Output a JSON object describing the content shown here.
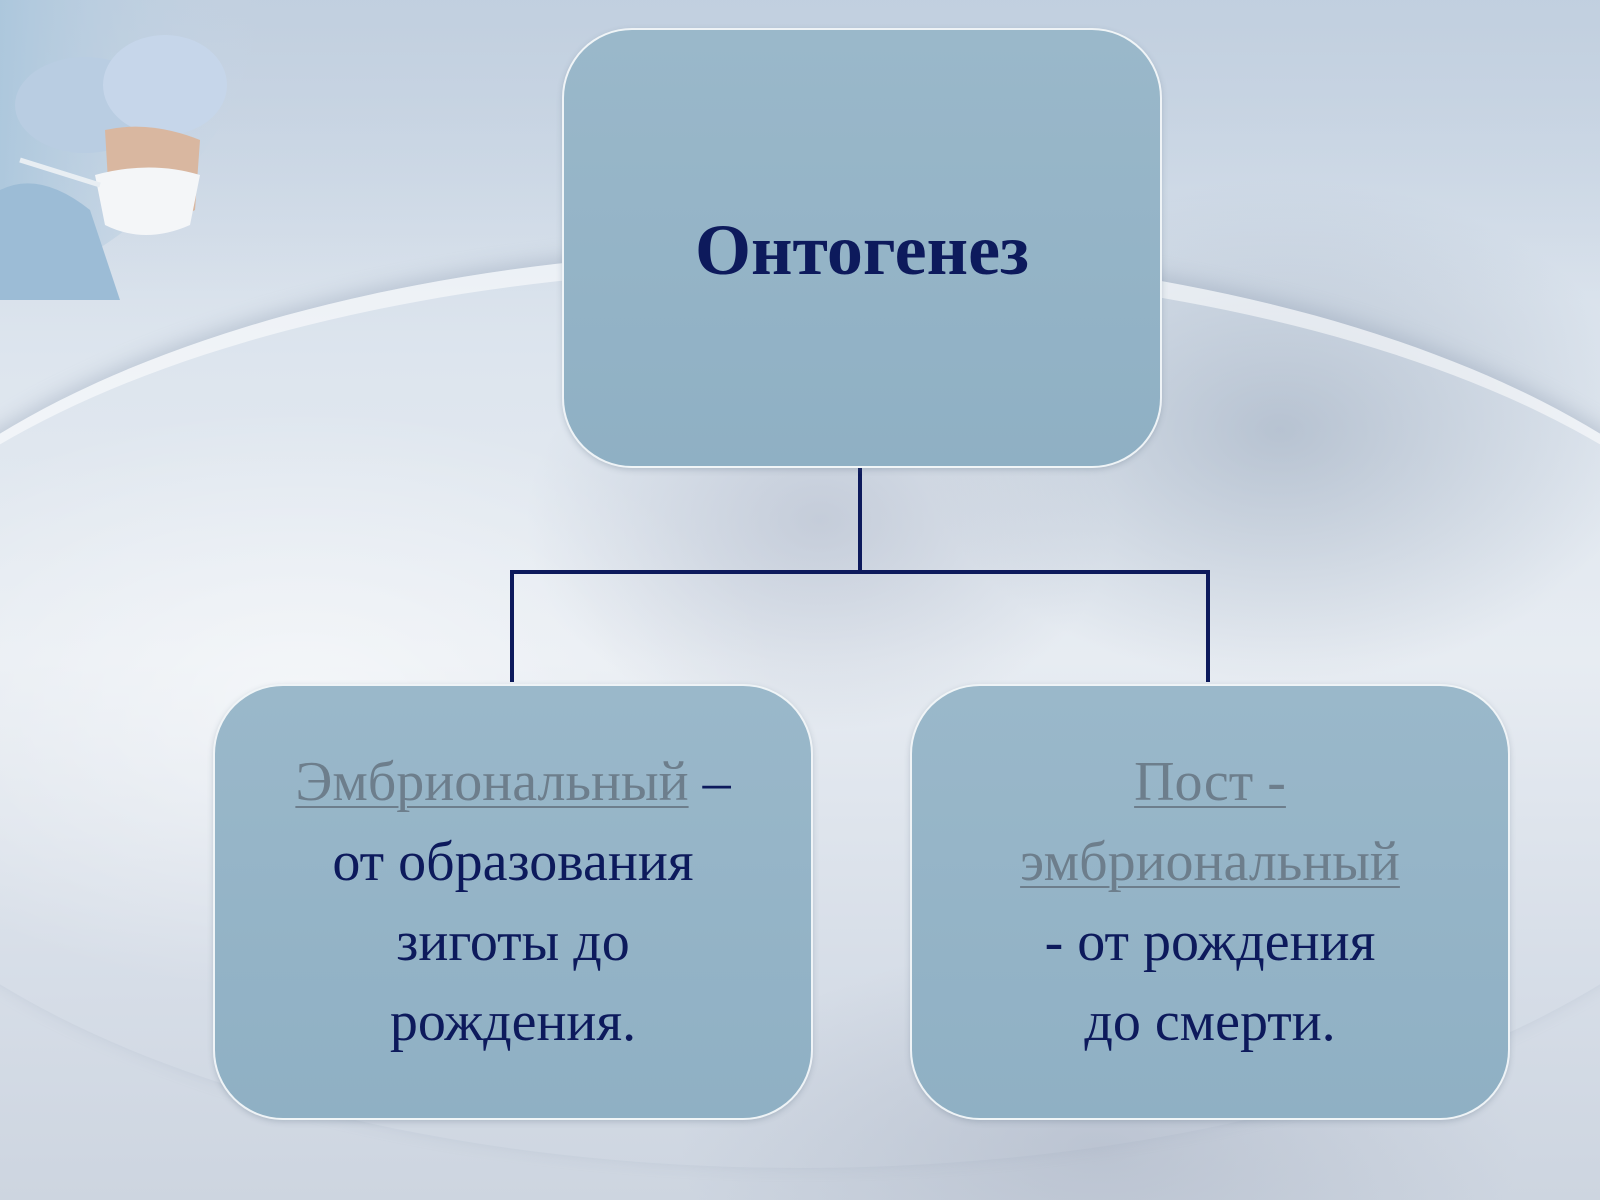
{
  "diagram": {
    "root": {
      "label": "Онтогенез"
    },
    "children": [
      {
        "term": "Эмбриональный",
        "line1_rest": " –",
        "line2": "от образования",
        "line3": "зиготы до",
        "line4": "рождения."
      },
      {
        "term_line1": "Пост -",
        "term_line2": "эмбриональный",
        "line3": "- от рождения",
        "line4": "до смерти."
      }
    ]
  },
  "colors": {
    "box_fill": "#93b3c7",
    "text": "#0d1a5c",
    "term_text": "#6d7e8c",
    "connector": "#0d1a5c"
  }
}
